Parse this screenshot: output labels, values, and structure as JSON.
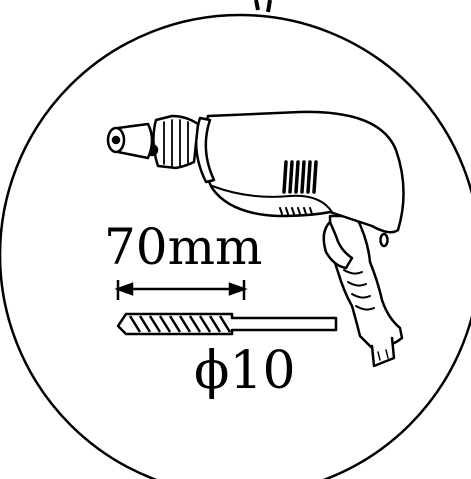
{
  "diagram": {
    "length_label": "70mm",
    "diameter_label": "ϕ10",
    "stroke_color": "#000000",
    "background_color": "#ffffff",
    "icons": [
      "electric-drill-icon",
      "drill-bit-icon",
      "dimension-arrow-icon",
      "circle-frame"
    ]
  }
}
